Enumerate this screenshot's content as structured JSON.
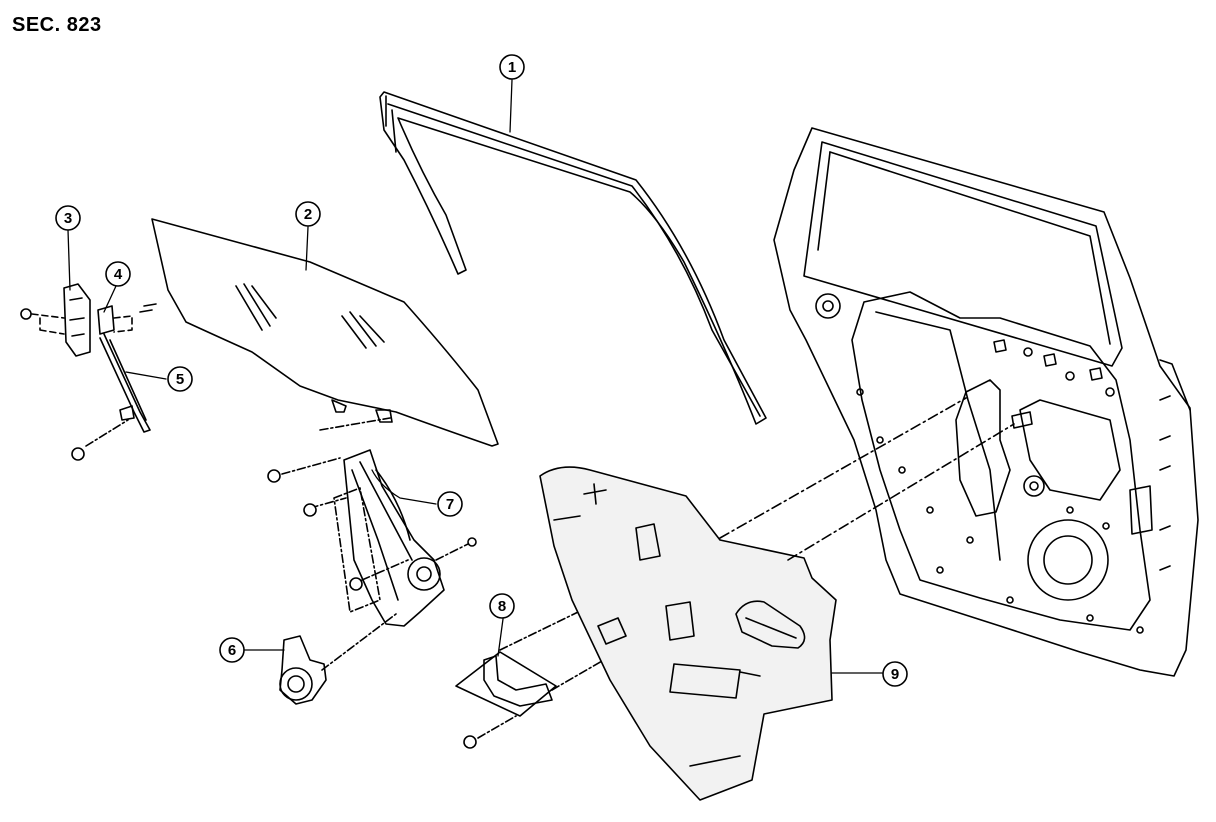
{
  "section_label": "SEC. 823",
  "callouts": [
    {
      "id": "callout-1",
      "number": "1"
    },
    {
      "id": "callout-2",
      "number": "2"
    },
    {
      "id": "callout-3",
      "number": "3"
    },
    {
      "id": "callout-4",
      "number": "4"
    },
    {
      "id": "callout-5",
      "number": "5"
    },
    {
      "id": "callout-6",
      "number": "6"
    },
    {
      "id": "callout-7",
      "number": "7"
    },
    {
      "id": "callout-8",
      "number": "8"
    },
    {
      "id": "callout-9",
      "number": "9"
    }
  ],
  "colors": {
    "line": "#000000",
    "background": "#ffffff",
    "fill": "#f2f2f2"
  }
}
